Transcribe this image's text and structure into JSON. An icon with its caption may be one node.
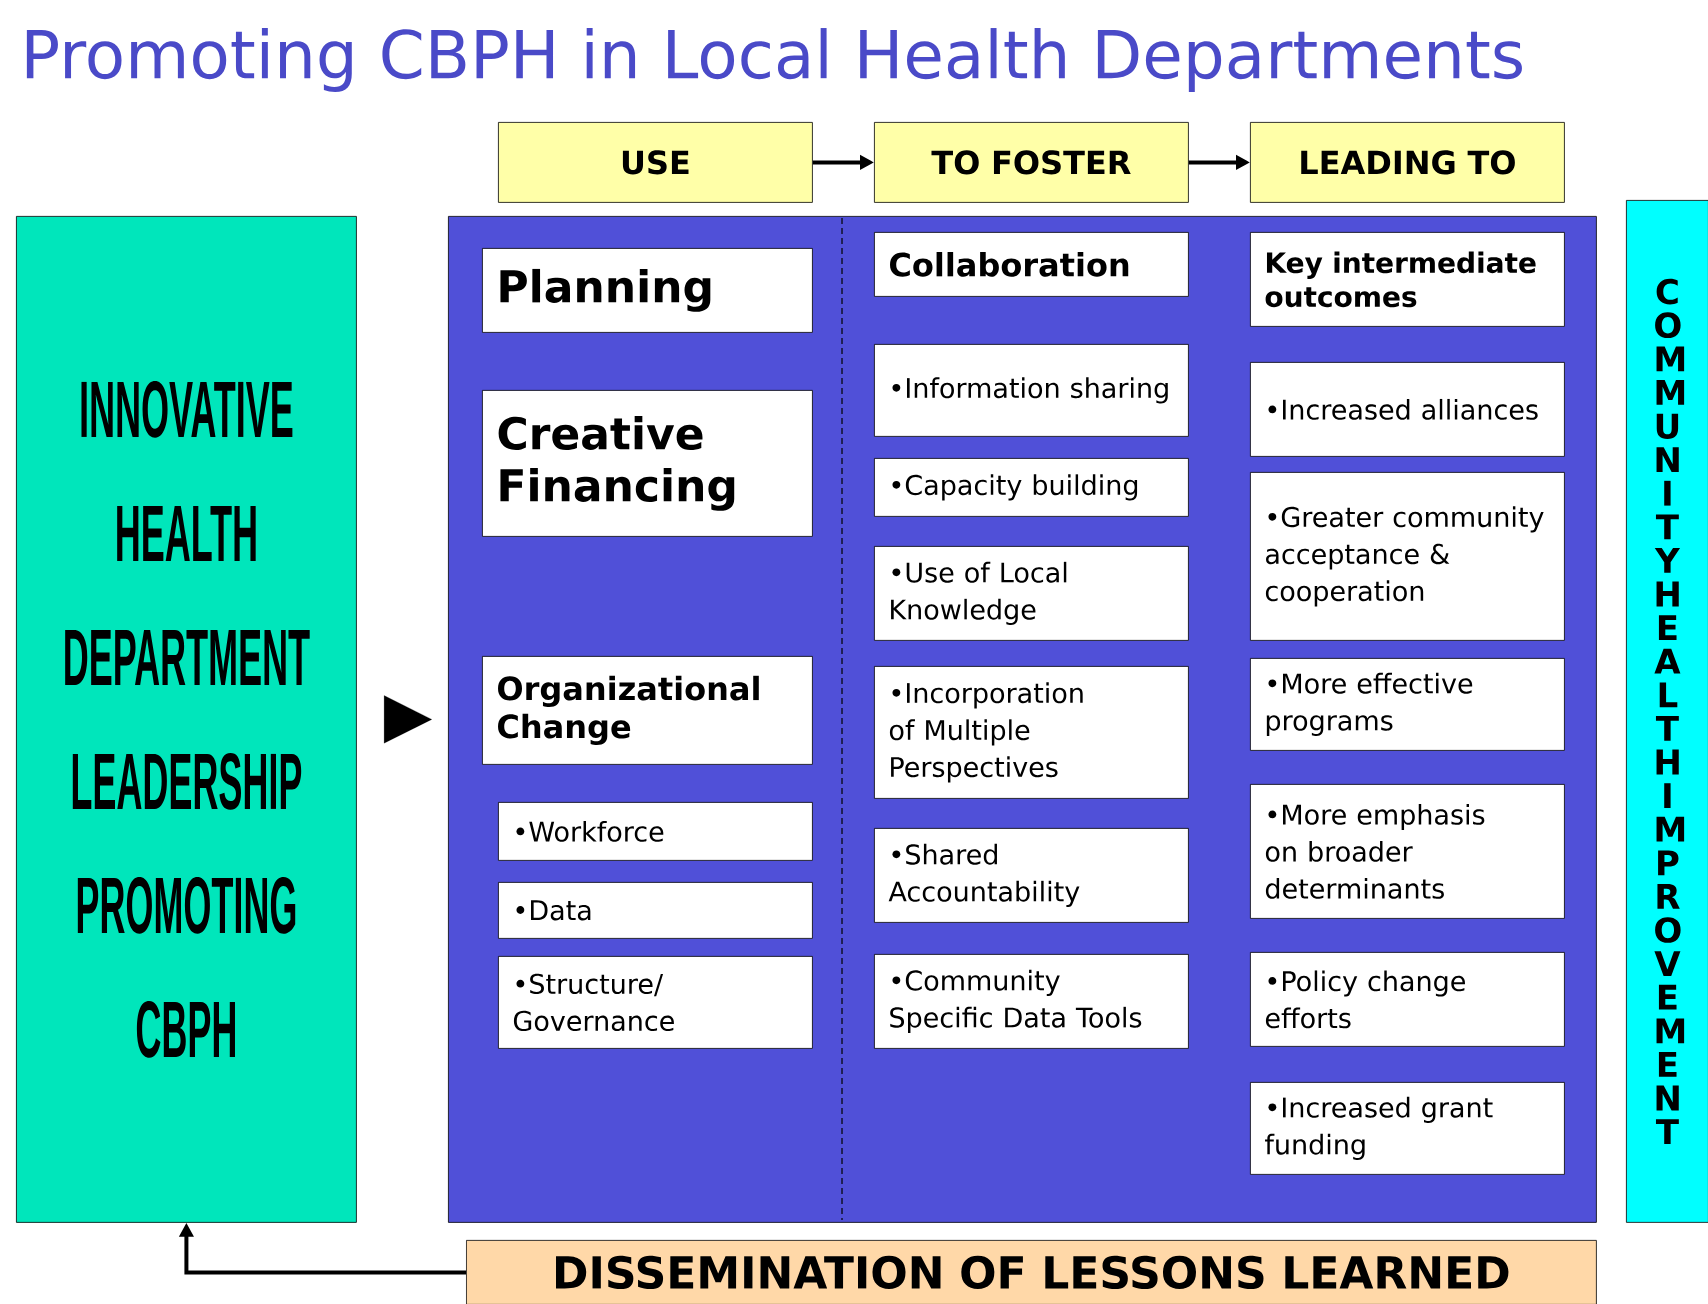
{
  "diagram": {
    "title": "Promoting CBPH in Local Health Departments",
    "nodes": [
      {
        "text": [
          "USE"
        ]
      },
      {
        "text": [
          "TO FOSTER"
        ]
      },
      {
        "text": [
          "LEADING TO"
        ]
      },
      {
        "text": [
          "INNOVATIVE HEALTH DEPARTMENT LEADERSHIP PROMOTING CBPH"
        ]
      },
      {
        "text": [],
        "shape": "box"
      },
      {
        "text": [
          "Planning"
        ],
        "in": 4
      },
      {
        "text": [
          "Creative Financing"
        ],
        "in": 4
      },
      {
        "text": [
          "Organizational Change"
        ],
        "in": 4
      },
      {
        "text": [
          "•Workforce"
        ],
        "in": 4
      },
      {
        "text": [
          "•Data"
        ],
        "in": 4
      },
      {
        "text": [
          "•Structure/ Governance"
        ],
        "in": 4
      },
      {
        "text": [
          "Collaboration"
        ],
        "in": 4
      },
      {
        "text": [
          "•Information sharing"
        ],
        "in": 4
      },
      {
        "text": [
          "•Capacity building"
        ],
        "in": 4
      },
      {
        "text": [
          "•Use of Local Knowledge"
        ],
        "in": 4
      },
      {
        "text": [
          "•Incorporation of Multiple Perspectives"
        ],
        "in": 4
      },
      {
        "text": [
          "•Shared Accountability"
        ],
        "in": 4
      },
      {
        "text": [
          "•Community Specific Data Tools"
        ],
        "in": 4
      },
      {
        "text": [
          "Key intermediate outcomes"
        ],
        "in": 4
      },
      {
        "text": [
          "•Increased alliances"
        ],
        "in": 4
      },
      {
        "text": [
          "•Greater community acceptance & cooperation"
        ],
        "in": 4
      },
      {
        "text": [
          "•More effective programs"
        ],
        "in": 4
      },
      {
        "text": [
          "•More emphasis on broader determinants"
        ],
        "in": 4
      },
      {
        "text": [
          "•Policy change efforts"
        ],
        "in": 4
      },
      {
        "text": [
          "•Increased grant funding"
        ],
        "in": 4
      },
      {
        "text": [
          "COMMUNITY HEALTH IMPROVEMENT"
        ]
      },
      {
        "text": [
          "DISSEMINATION OF LESSONS LEARNED"
        ]
      }
    ],
    "edges": [
      {
        "from": 0,
        "to": 1,
        "arrow": "to"
      },
      {
        "from": 1,
        "to": 2,
        "arrow": "to"
      },
      {
        "from": 3,
        "to": 4,
        "arrow": "to"
      },
      {
        "from": 26,
        "to": 3,
        "arrow": "to"
      }
    ]
  }
}
